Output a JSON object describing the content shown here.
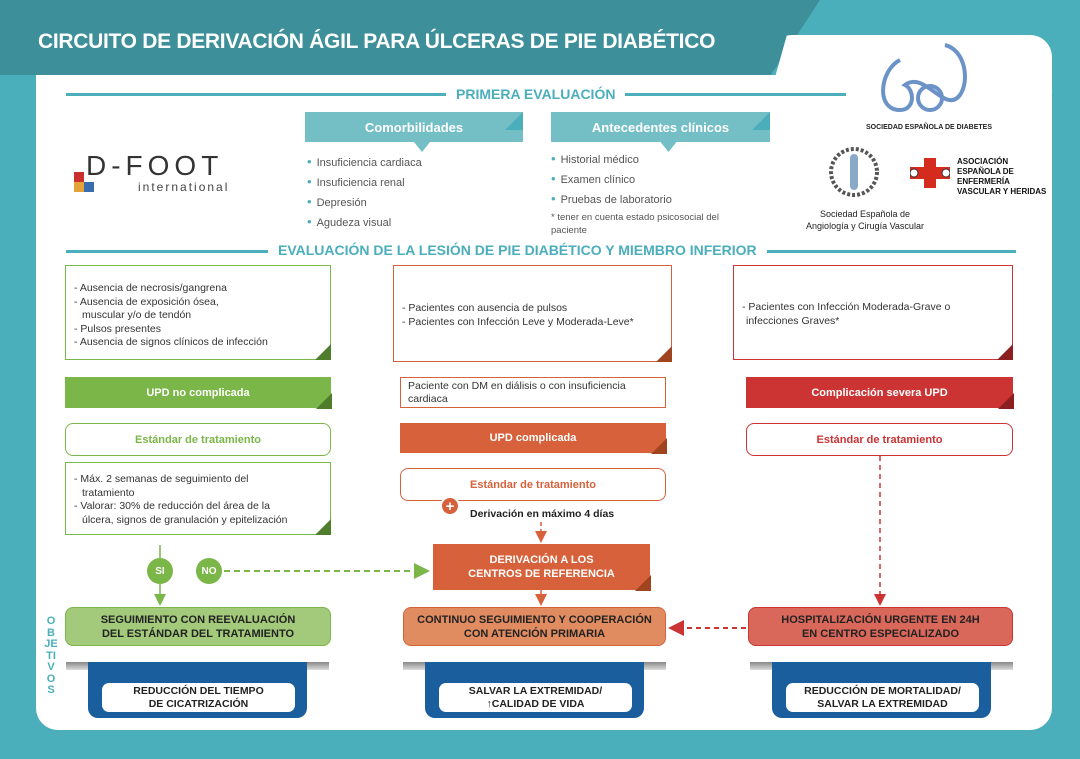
{
  "title": "CIRCUITO DE DERIVACIÓN ÁGIL PARA ÚLCERAS DE PIE DIABÉTICO",
  "section1": "PRIMERA EVALUACIÓN",
  "section2": "EVALUACIÓN DE LA LESIÓN DE PIE DIABÉTICO Y MIEMBRO INFERIOR",
  "comorbilidades": {
    "label": "Comorbilidades",
    "items": [
      "Insuficiencia cardiaca",
      "Insuficiencia renal",
      "Depresión",
      "Agudeza visual"
    ]
  },
  "antecedentes": {
    "label": "Antecedentes clínicos",
    "items": [
      "Historial médico",
      "Examen clínico",
      "Pruebas de laboratorio"
    ],
    "note": "* tener en cuenta estado psicosocial del paciente"
  },
  "logos": {
    "dfoot": "D-FOOT",
    "dfoot_sub": "international",
    "sed": "SOCIEDAD ESPAÑOLA DE DIABETES",
    "seacv": "Sociedad Española de Angiología y Cirugía Vascular",
    "aeevh": "ASOCIACIÓN ESPAÑOLA DE ENFERMERÍA VASCULAR Y HERIDAS"
  },
  "left": {
    "criteria": [
      "- Ausencia de necrosis/gangrena",
      "- Ausencia de exposición ósea,",
      "  muscular y/o de tendón",
      "- Pulsos presentes",
      "- Ausencia de signos clínicos de infección"
    ],
    "classification": "UPD no complicada",
    "standard": "Estándar de tratamiento",
    "followup": [
      "- Máx. 2 semanas de seguimiento del",
      "  tratamiento",
      "- Valorar: 30% de reducción del área de la",
      "  úlcera, signos de granulación y epitelización"
    ],
    "si": "SI",
    "no": "NO",
    "result": "SEGUIMIENTO CON REEVALUACIÓN DEL ESTÁNDAR DEL TRATAMIENTO",
    "objective": "REDUCCIÓN DEL TIEMPO DE CICATRIZACIÓN"
  },
  "middle": {
    "criteria": [
      "- Pacientes con ausencia de pulsos",
      "- Pacientes con Infección Leve y  Moderada-Leve*"
    ],
    "note": "Paciente con DM en diálisis o con insuficiencia cardiaca",
    "classification": "UPD complicada",
    "standard": "Estándar de tratamiento",
    "derivation_time": "Derivación en máximo 4 días",
    "referral": "DERIVACIÓN A LOS CENTROS DE REFERENCIA",
    "result": "CONTINUO SEGUIMIENTO Y COOPERACIÓN CON ATENCIÓN PRIMARIA",
    "objective": "SALVAR LA EXTREMIDAD/ ↑CALIDAD DE VIDA"
  },
  "right": {
    "criteria": [
      "- Pacientes con Infección Moderada-Grave o",
      "  infecciones Graves*"
    ],
    "classification": "Complicación severa UPD",
    "standard": "Estándar de tratamiento",
    "result": "HOSPITALIZACIÓN URGENTE EN 24H EN CENTRO ESPECIALIZADO",
    "objective": "REDUCCIÓN DE MORTALIDAD/ SALVAR LA EXTREMIDAD"
  },
  "objetivos_label": "OBJETIVOS",
  "colors": {
    "teal": "#4aaebb",
    "green": "#7ab648",
    "orange": "#d6613a",
    "red": "#cc3333",
    "navy": "#1b5e9e"
  }
}
